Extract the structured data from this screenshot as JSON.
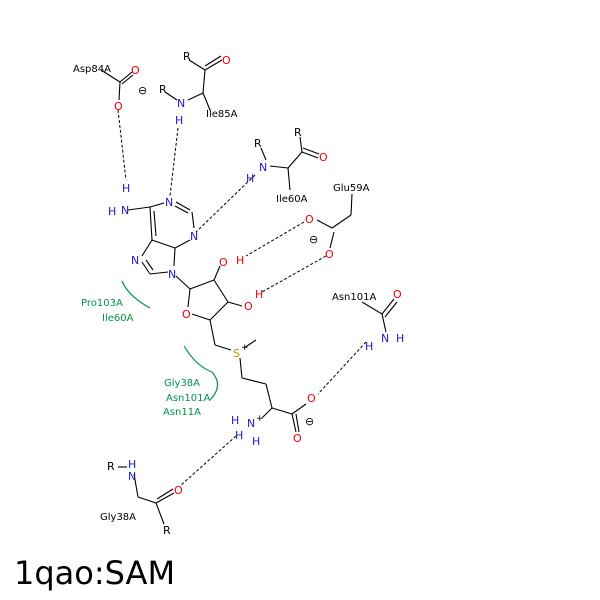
{
  "title": "1qao:SAM",
  "colors": {
    "nitrogen": "#1a1acc",
    "oxygen": "#e60000",
    "sulfur": "#b89a00",
    "carbon": "#000000",
    "hydrophobic": "#00934b"
  },
  "residues": {
    "asp84": "Asp84A",
    "ile85": "Ile85A",
    "ile60_top": "Ile60A",
    "glu59": "Glu59A",
    "asn101_top": "Asn101A",
    "gly38_bottom": "Gly38A"
  },
  "hydrophobic": {
    "pro103": "Pro103A",
    "ile60": "Ile60A",
    "gly38": "Gly38A",
    "asn101": "Asn101A",
    "asn11": "Asn11A"
  },
  "atoms": {
    "R": "R",
    "O": "O",
    "N": "N",
    "H": "H",
    "S": "S",
    "minus": "⊖",
    "plus": "+"
  }
}
